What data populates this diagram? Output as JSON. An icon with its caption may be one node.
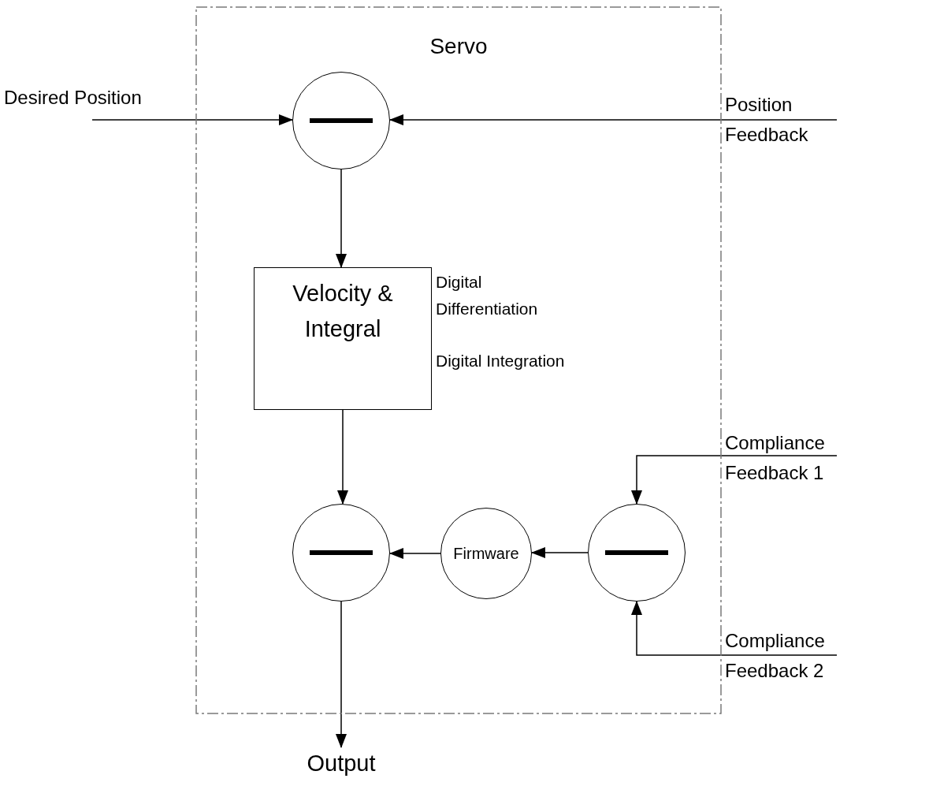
{
  "diagram": {
    "nodes": [
      {
        "text": [
          "Servo"
        ]
      },
      {
        "text": [
          "Desired Position"
        ]
      },
      {
        "text": [],
        "shape": "circle",
        "in": 0
      },
      {
        "text": [
          "Position Feedback"
        ]
      },
      {
        "text": [
          "Velocity & Integral"
        ],
        "in": 0,
        "beside": [
          "Digital Differentiation",
          "Digital Integration"
        ]
      },
      {
        "text": [
          "Compliance Feedback 1"
        ]
      },
      {
        "text": [],
        "shape": "circle",
        "in": 0
      },
      {
        "text": [
          "Firmware"
        ],
        "in": 0
      },
      {
        "text": [],
        "shape": "circle",
        "in": 0
      },
      {
        "text": [
          "Compliance Feedback 2"
        ]
      },
      {
        "text": [
          "Output"
        ]
      }
    ],
    "edges": [
      {
        "from": 1,
        "to": 2,
        "arrow": "to"
      },
      {
        "from": 3,
        "to": 2,
        "arrow": "to"
      },
      {
        "from": 2,
        "to": 4,
        "arrow": "to"
      },
      {
        "from": 4,
        "to": 6,
        "arrow": "to"
      },
      {
        "from": 7,
        "to": 6,
        "arrow": "to"
      },
      {
        "from": 8,
        "to": 7,
        "arrow": "to"
      },
      {
        "from": 5,
        "to": 8,
        "arrow": "to"
      },
      {
        "from": 9,
        "to": 8,
        "arrow": "to"
      },
      {
        "from": 6,
        "to": 10,
        "arrow": "to"
      }
    ]
  }
}
